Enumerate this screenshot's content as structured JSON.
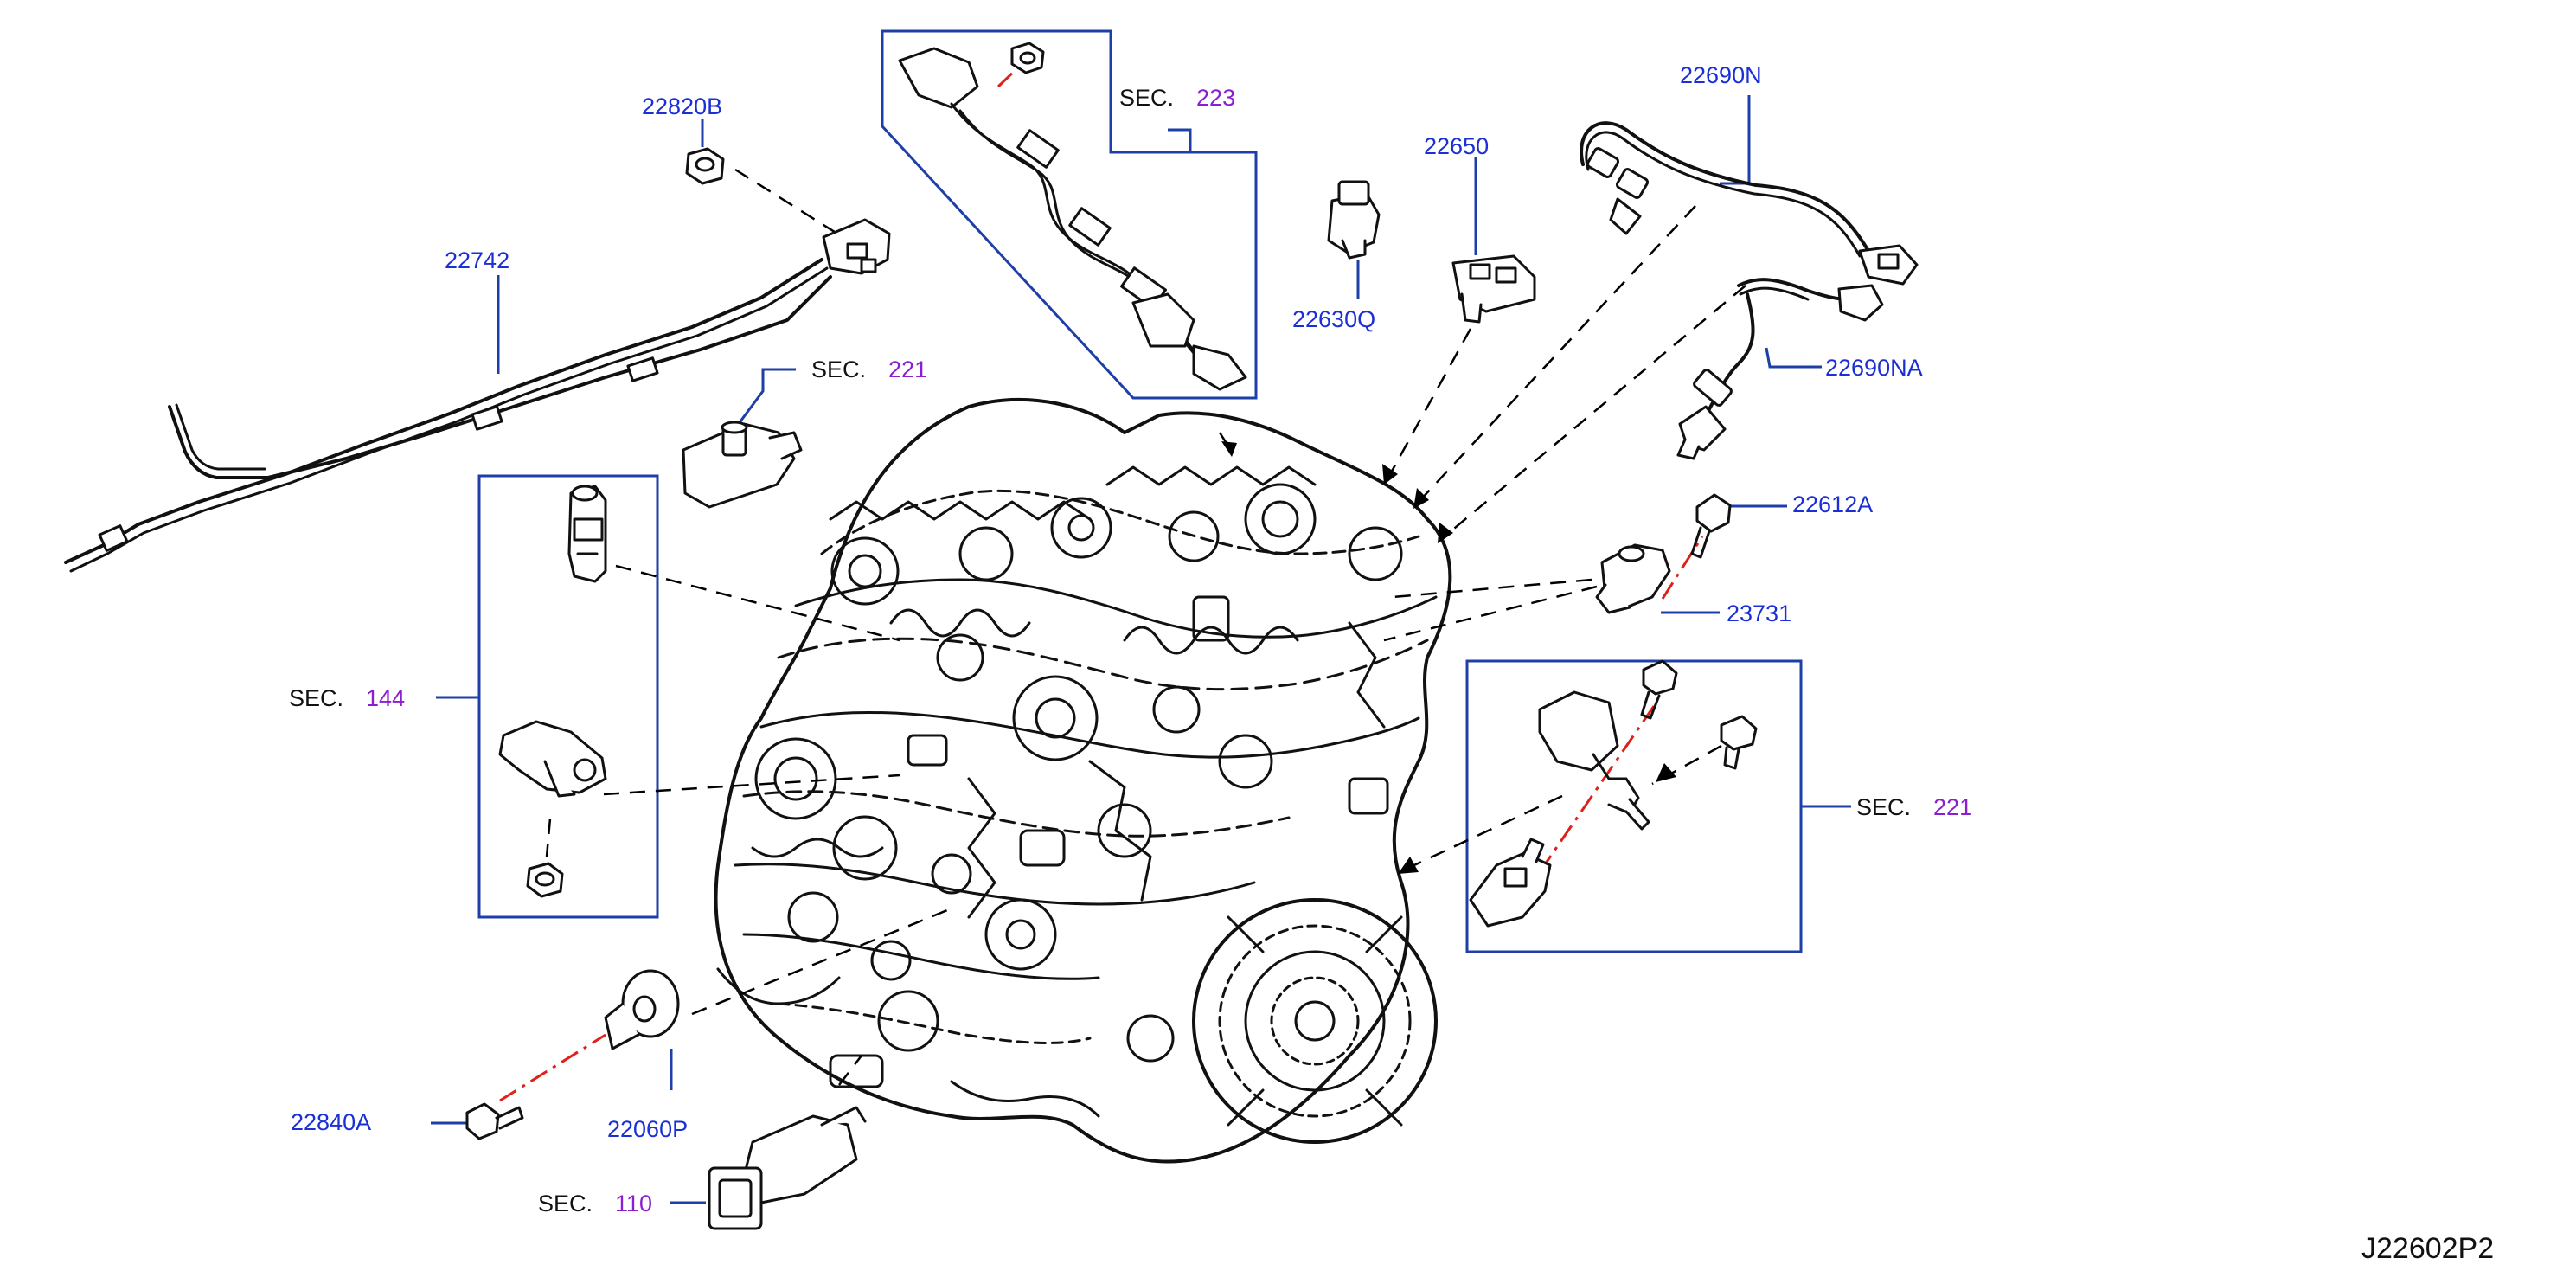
{
  "colors": {
    "part_number": "#1a2fd6",
    "section_number": "#8a1fd0",
    "section_prefix": "#111111",
    "frame": "#1f3fa8",
    "leader_dashed": "#000000",
    "leader_red": "#e0201a"
  },
  "parts": {
    "p22820B": "22820B",
    "p22742": "22742",
    "p22630Q": "22630Q",
    "p22650": "22650",
    "p22690N": "22690N",
    "p22690NA": "22690NA",
    "p22612A": "22612A",
    "p23731": "23731",
    "p22840A": "22840A",
    "p22060P": "22060P"
  },
  "sections": {
    "s223": {
      "prefix": "SEC.",
      "number": "223"
    },
    "s221_top": {
      "prefix": "SEC.",
      "number": "221"
    },
    "s144": {
      "prefix": "SEC.",
      "number": "144"
    },
    "s221_right": {
      "prefix": "SEC.",
      "number": "221"
    },
    "s110": {
      "prefix": "SEC.",
      "number": "110"
    }
  },
  "drawing_code": "J22602P2"
}
